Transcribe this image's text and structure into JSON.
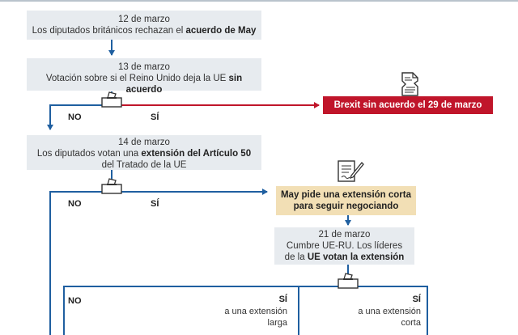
{
  "steps": {
    "s1": {
      "date": "12 de marzo",
      "text_a": "Los diputados británicos rechazan el ",
      "text_b": "acuerdo de May"
    },
    "s2": {
      "date": "13 de marzo",
      "text_a": "Votación sobre si el Reino Unido deja la UE ",
      "text_b": "sin acuerdo"
    },
    "s3": {
      "date": "14 de marzo",
      "text_a": "Los diputados votan una ",
      "text_b": "extensión del Artículo 50",
      "text_c": "del Tratado de la UE"
    },
    "s4": {
      "date": "21 de marzo",
      "text_a": "Cumbre UE-RU. Los líderes",
      "text_b": "de la ",
      "text_c": "UE votan la extensión"
    }
  },
  "outcomes": {
    "no_deal": "Brexit sin acuerdo el 29 de marzo",
    "short_ext_line1": "May pide una extensión corta",
    "short_ext_line2": "para seguir negociando"
  },
  "branches": {
    "no": "NO",
    "si": "SÍ",
    "long_ext_1": "a una extensión",
    "long_ext_2": "larga",
    "short_ext_1": "a una extensión",
    "short_ext_2": "corta"
  },
  "colors": {
    "blue": "#1f5fa0",
    "red": "#c0152a",
    "box": "#e7ebef",
    "tan": "#f2dfb5"
  },
  "icons": [
    "ballot-box-icon",
    "torn-document-icon",
    "signing-document-icon"
  ]
}
